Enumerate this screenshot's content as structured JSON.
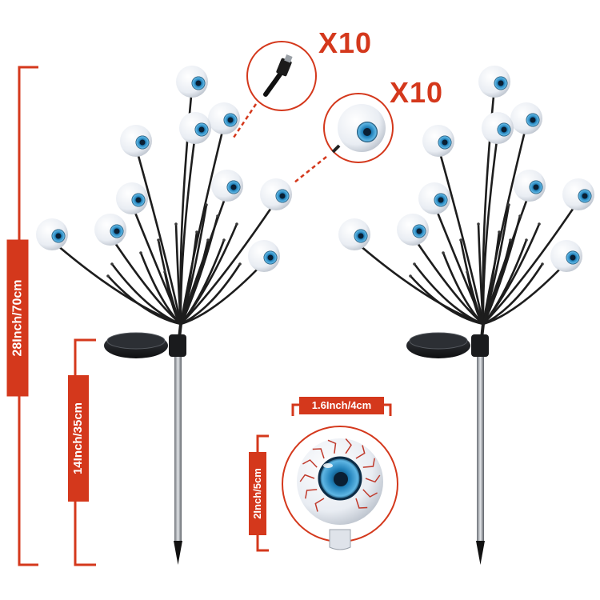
{
  "quantity_callouts": [
    {
      "text": "X10",
      "item": "connector plug"
    },
    {
      "text": "X10",
      "item": "eyeball bulb"
    }
  ],
  "dimensions": {
    "total_height": "28Inch/70cm",
    "stake_height": "14Inch/35cm",
    "bulb_width": "1.6Inch/4cm",
    "bulb_height": "2Inch/5cm"
  },
  "colors": {
    "accent": "#d4381c",
    "iris": "#1f7fb8",
    "bulb": "#eef1f6",
    "vein": "#c0392b",
    "branch": "#1d1d1d"
  }
}
